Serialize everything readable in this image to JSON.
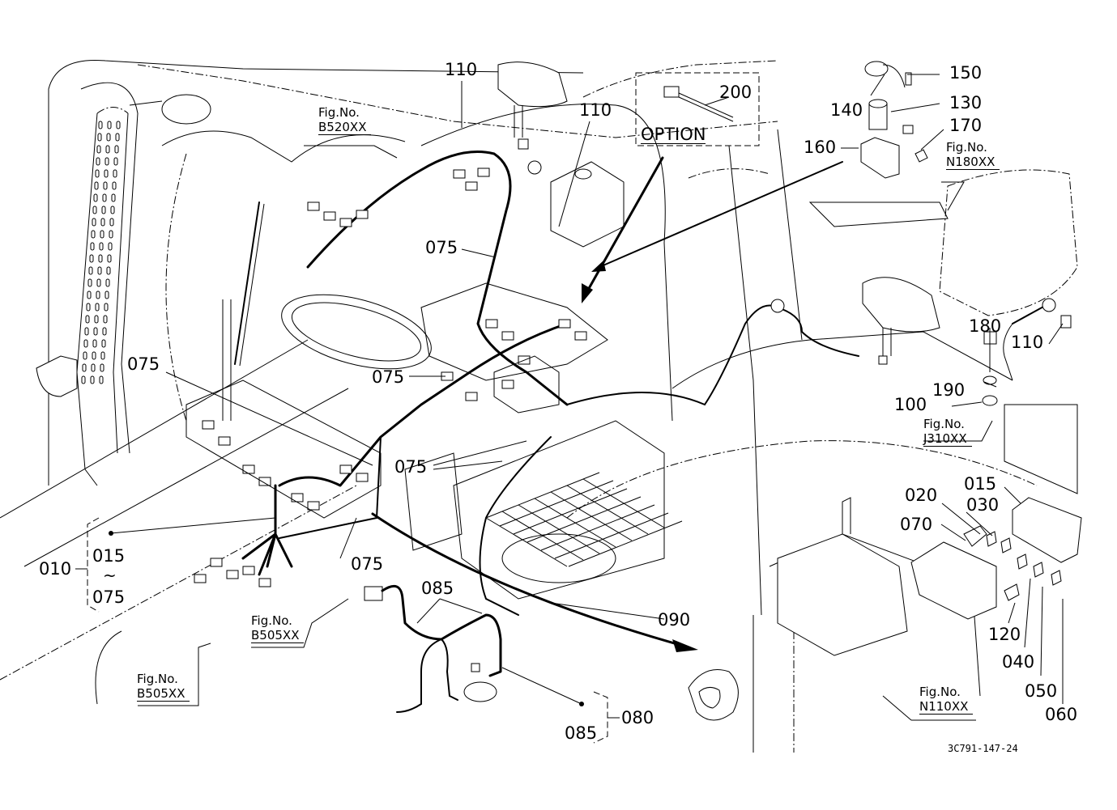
{
  "diagram": {
    "title": "Wiring harness (cabin) exploded parts view",
    "document_number": "3C791-147-24",
    "option_box": {
      "label": "OPTION",
      "part": "200"
    },
    "callouts": [
      {
        "id": "c-110-a",
        "number": "110"
      },
      {
        "id": "c-110-b",
        "number": "110"
      },
      {
        "id": "c-110-c",
        "number": "110"
      },
      {
        "id": "c-200",
        "number": "200"
      },
      {
        "id": "c-150",
        "number": "150"
      },
      {
        "id": "c-140",
        "number": "140"
      },
      {
        "id": "c-130",
        "number": "130"
      },
      {
        "id": "c-170",
        "number": "170"
      },
      {
        "id": "c-160",
        "number": "160"
      },
      {
        "id": "c-075-a",
        "number": "075"
      },
      {
        "id": "c-075-b",
        "number": "075"
      },
      {
        "id": "c-075-c",
        "number": "075"
      },
      {
        "id": "c-075-d",
        "number": "075"
      },
      {
        "id": "c-075-e",
        "number": "075"
      },
      {
        "id": "c-180",
        "number": "180"
      },
      {
        "id": "c-190",
        "number": "190"
      },
      {
        "id": "c-100",
        "number": "100"
      },
      {
        "id": "c-015-a",
        "number": "015"
      },
      {
        "id": "c-020",
        "number": "020"
      },
      {
        "id": "c-030",
        "number": "030"
      },
      {
        "id": "c-070",
        "number": "070"
      },
      {
        "id": "c-120",
        "number": "120"
      },
      {
        "id": "c-040",
        "number": "040"
      },
      {
        "id": "c-050",
        "number": "050"
      },
      {
        "id": "c-060",
        "number": "060"
      },
      {
        "id": "c-090",
        "number": "090"
      },
      {
        "id": "c-085-a",
        "number": "085"
      },
      {
        "id": "c-085-b",
        "number": "085"
      },
      {
        "id": "c-080",
        "number": "080"
      },
      {
        "id": "c-010",
        "number": "010"
      }
    ],
    "assembly_group_010": {
      "parent": "010",
      "from": "015",
      "range_symbol": "~",
      "to": "075"
    },
    "assembly_group_080": {
      "parent": "080",
      "child": "085"
    },
    "figure_refs": [
      {
        "id": "fig-b520",
        "prefix": "Fig.No.",
        "code": "B520XX"
      },
      {
        "id": "fig-n180",
        "prefix": "Fig.No.",
        "code": "N180XX"
      },
      {
        "id": "fig-j310",
        "prefix": "Fig.No.",
        "code": "J310XX"
      },
      {
        "id": "fig-b505-a",
        "prefix": "Fig.No.",
        "code": "B505XX"
      },
      {
        "id": "fig-b505-b",
        "prefix": "Fig.No.",
        "code": "B505XX"
      },
      {
        "id": "fig-n110",
        "prefix": "Fig.No.",
        "code": "N110XX"
      }
    ]
  }
}
